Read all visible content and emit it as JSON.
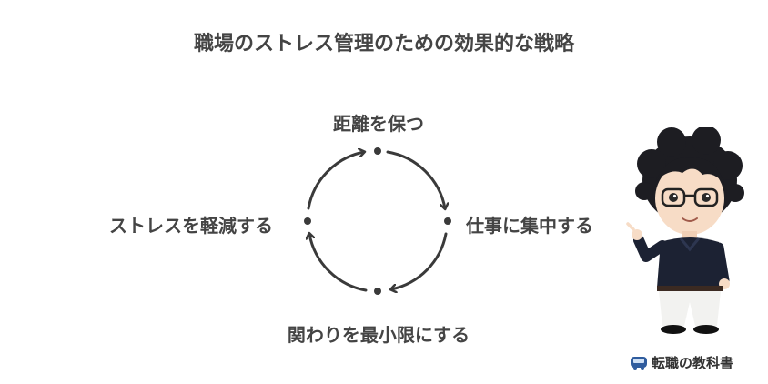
{
  "title": "職場のストレス管理のための効果的な戦略",
  "cycle": {
    "top": "距離を保つ",
    "right": "仕事に集中する",
    "bottom": "関わりを最小限にする",
    "left": "ストレスを軽減する"
  },
  "brand": {
    "name": "転職の教科書",
    "icon": "bus-icon"
  },
  "colors": {
    "text": "#444444",
    "arrow": "#3a3a3a"
  }
}
